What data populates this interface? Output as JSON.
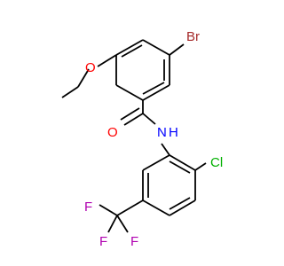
{
  "molecule": {
    "atom_labels": {
      "bromine": "Br",
      "oxygen_methoxy": "O",
      "oxygen_carbonyl": "O",
      "nitrogen": "N",
      "hydrogen_amide": "H",
      "chlorine": "Cl",
      "fluorine_1": "F",
      "fluorine_2": "F",
      "fluorine_3": "F"
    },
    "colors": {
      "bond": "#000000",
      "bromine": "#a52a2a",
      "oxygen": "#ff0000",
      "nitrogen": "#0000ff",
      "chlorine": "#00b000",
      "fluorine": "#b000b0"
    }
  }
}
